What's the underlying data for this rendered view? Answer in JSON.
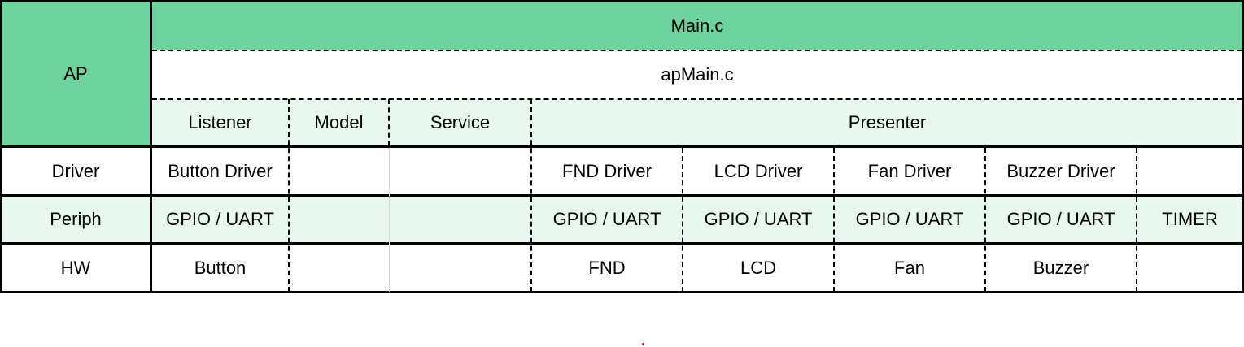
{
  "colors": {
    "header_green": "#6fd39e",
    "light_green": "#e8f8ef",
    "white": "#ffffff",
    "border": "#000000",
    "dot": "#e00000"
  },
  "layers": {
    "ap": "AP",
    "driver": "Driver",
    "periph": "Periph",
    "hw": "HW"
  },
  "ap": {
    "main": "Main.c",
    "apmain": "apMain.c",
    "modules": {
      "listener": "Listener",
      "model": "Model",
      "service": "Service",
      "presenter": "Presenter"
    }
  },
  "driver": {
    "button": "Button Driver",
    "fnd": "FND Driver",
    "lcd": "LCD Driver",
    "fan": "Fan Driver",
    "buzzer": "Buzzer Driver"
  },
  "periph": {
    "button": "GPIO / UART",
    "fnd": "GPIO / UART",
    "lcd": "GPIO / UART",
    "fan": "GPIO / UART",
    "buzzer": "GPIO / UART",
    "timer": "TIMER"
  },
  "hw": {
    "button": "Button",
    "fnd": "FND",
    "lcd": "LCD",
    "fan": "Fan",
    "buzzer": "Buzzer"
  }
}
